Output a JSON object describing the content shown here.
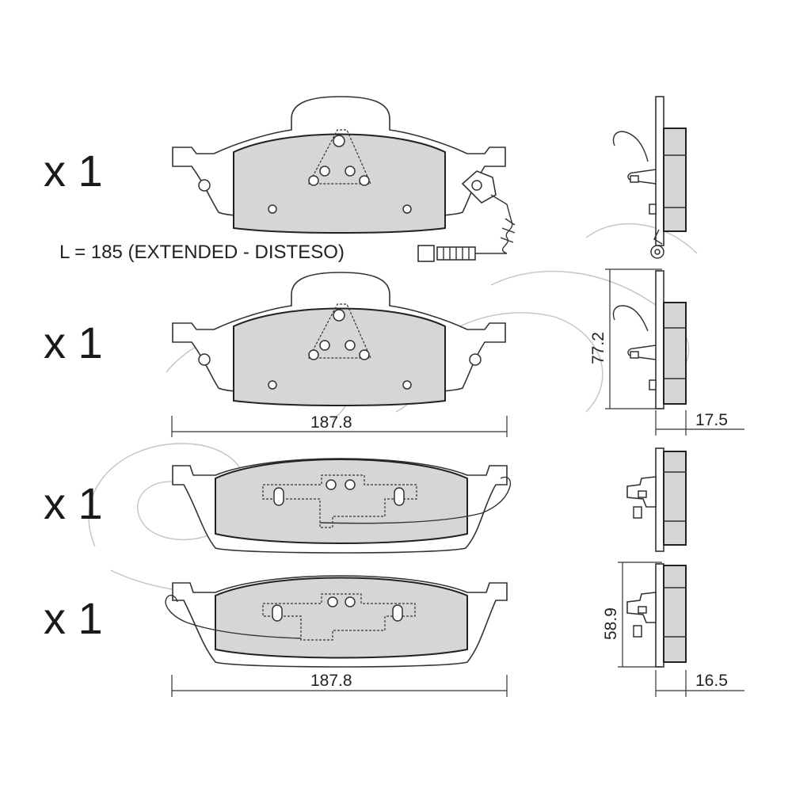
{
  "quantities": [
    "x 1",
    "x 1",
    "x 1",
    "x 1"
  ],
  "wire_note": "L = 185 (EXTENDED - DISTESO)",
  "dimensions": {
    "top_width": "187.8",
    "bottom_width": "187.8",
    "top_height": "77.2",
    "top_thickness": "17.5",
    "bottom_height": "58.9",
    "bottom_thickness": "16.5"
  },
  "colors": {
    "pad_fill": "#d6d6d6",
    "line": "#222222",
    "watermark": "#c4c4c4"
  }
}
